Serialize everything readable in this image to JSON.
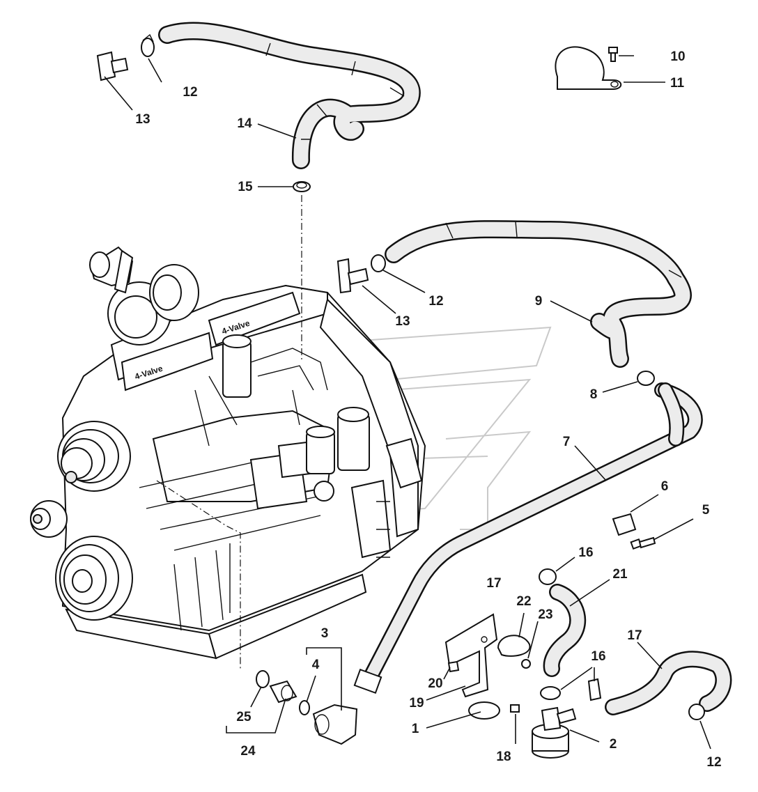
{
  "callouts": {
    "c1": "1",
    "c2": "2",
    "c3": "3",
    "c4": "4",
    "c5": "5",
    "c6": "6",
    "c7": "7",
    "c8": "8",
    "c9": "9",
    "c10": "10",
    "c11": "11",
    "c12a": "12",
    "c12b": "12",
    "c12c": "12",
    "c13a": "13",
    "c13b": "13",
    "c14": "14",
    "c15": "15",
    "c16a": "16",
    "c16b": "16",
    "c17a": "17",
    "c17b": "17",
    "c18": "18",
    "c19": "19",
    "c20": "20",
    "c21": "21",
    "c22": "22",
    "c23": "23",
    "c24": "24",
    "c25": "25"
  },
  "engine": {
    "valve_cover_text_1": "4-Valve",
    "valve_cover_text_2": "4-Valve"
  },
  "colors": {
    "line": "#111111",
    "fill": "#ffffff",
    "shade": "#e6e6e6",
    "watermark": "#c9c9c9"
  }
}
